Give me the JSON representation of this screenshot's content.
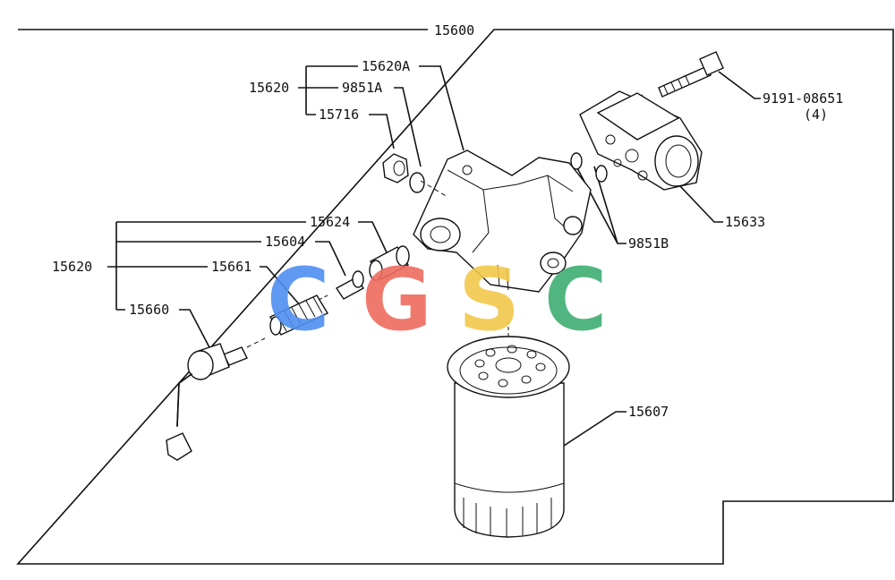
{
  "diagram": {
    "labels": {
      "assembly": "15600",
      "bracket_a": "15620A",
      "gasket_a": "9851A",
      "assy_upper": "15620",
      "plug": "15716",
      "bolt_num": "9191-08651",
      "bolt_qty": "(4)",
      "adapter": "15633",
      "gasket_b": "9851B",
      "valve": "15624",
      "assy_lower": "15620",
      "sleeve": "15604",
      "spring": "15661",
      "switch": "15660",
      "filter": "15607"
    },
    "watermark": {
      "letters": [
        "C",
        "G",
        "S",
        "C"
      ],
      "colors": [
        "#4f8ef0",
        "#ef6b5f",
        "#f2c84a",
        "#3fae73"
      ]
    }
  }
}
